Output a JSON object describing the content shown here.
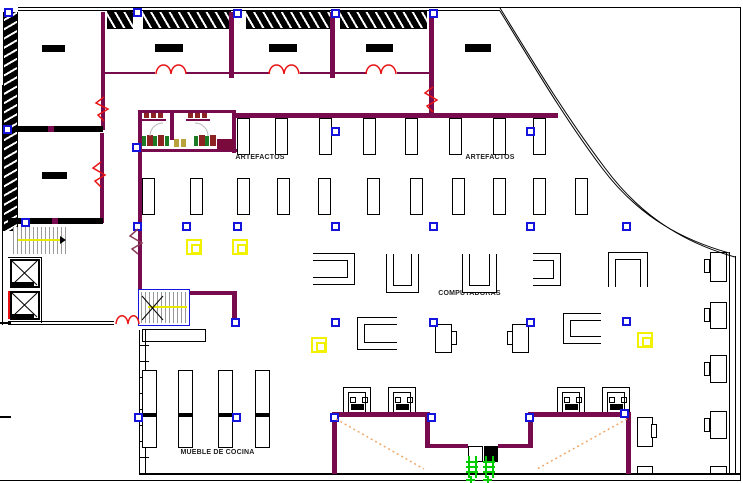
{
  "drawing": {
    "type": "architectural floor plan (CAD)",
    "labels": {
      "artefactos_left": "ARTEFACTOS",
      "artefactos_right": "ARTEFACTOS",
      "computadoras": "COMPUTADORAS",
      "mueble_cocina": "MUEBLE DE COCINA"
    },
    "colors": {
      "wall": "#770b4e",
      "ink": "#000000",
      "door": "#e81212",
      "grip": "#1414dd",
      "marker": "#f2f200",
      "green": "#00cc00",
      "plant": "#1c7a24",
      "fixture": "#8c2222",
      "ramp": "#f0a868",
      "tread": "#9a9a9a",
      "stairline": "#e8e800"
    },
    "symbols": {
      "blue_square": "grid-grip-marker",
      "yellow_square": "column-marker",
      "black_bar": "table",
      "x_box": "elevator",
      "striped_box": "stairs",
      "dashed_diagonal": "escalator-ramp",
      "green_grid": "entrance-turnstile"
    }
  }
}
